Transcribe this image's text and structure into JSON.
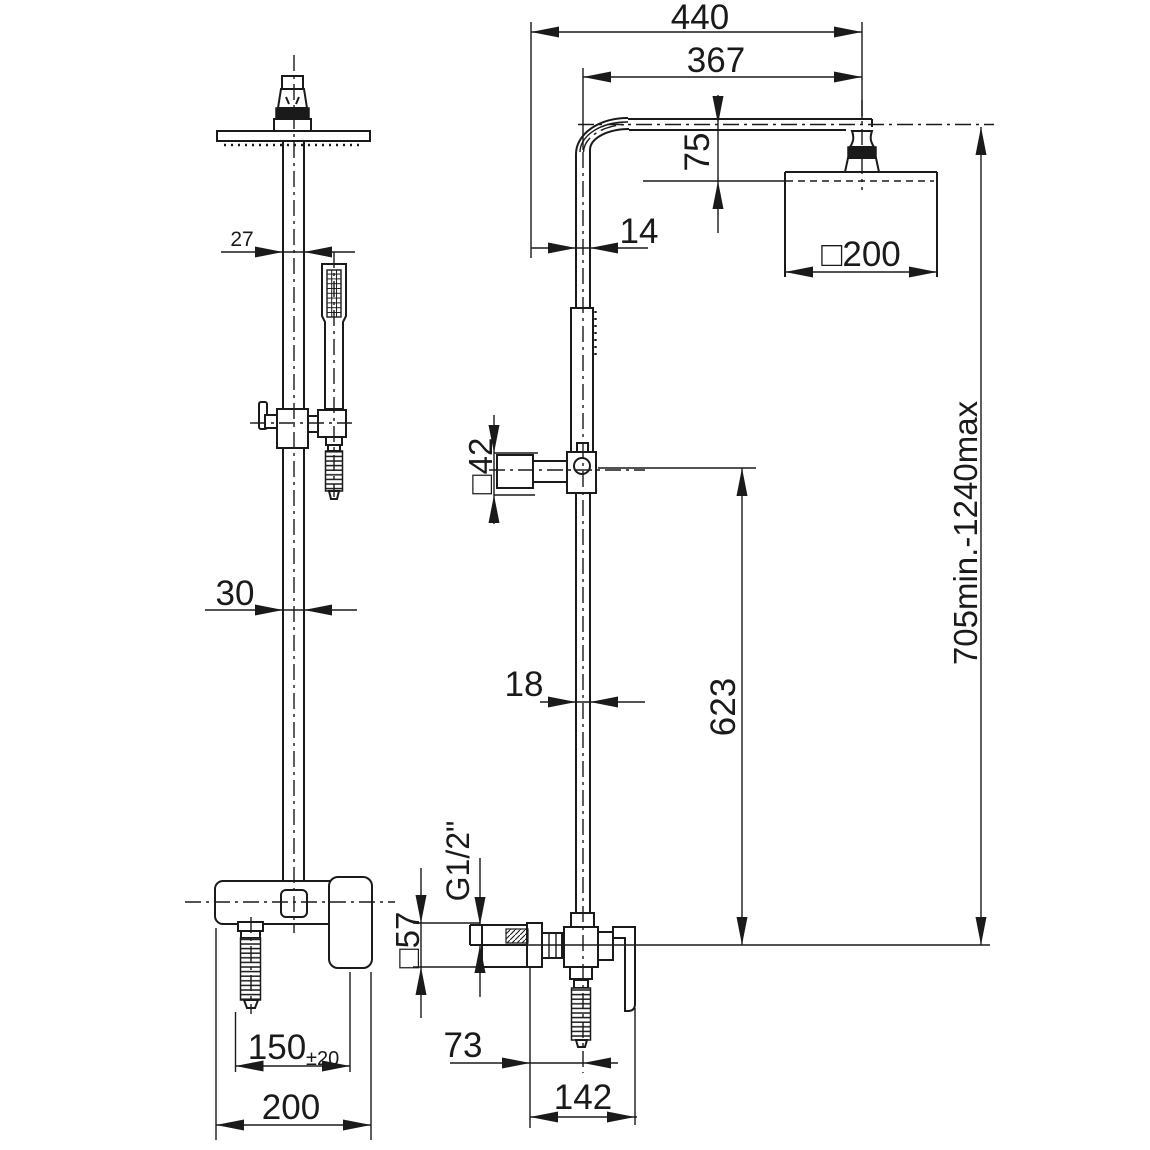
{
  "style": {
    "line_color": "#1a1a1a",
    "background": "#ffffff"
  },
  "dimensions": {
    "overall_depth": "440",
    "arm_projection": "367",
    "head_drop": "75",
    "pipe_width_upper": "14",
    "head_size": "□200",
    "column_width_upper": "27",
    "column_width_lower": "30",
    "bracket_size": "□42",
    "pipe_width_lower": "18",
    "bracket_height": "623",
    "height_range": "705min.-1240max",
    "escutcheon_size": "□57",
    "inlet_thread": "G1/2\"",
    "wall_to_column": "73",
    "wall_to_handle": "142",
    "inlet_spacing": "150",
    "inlet_spacing_tol": "±20",
    "mixer_width": "200"
  }
}
